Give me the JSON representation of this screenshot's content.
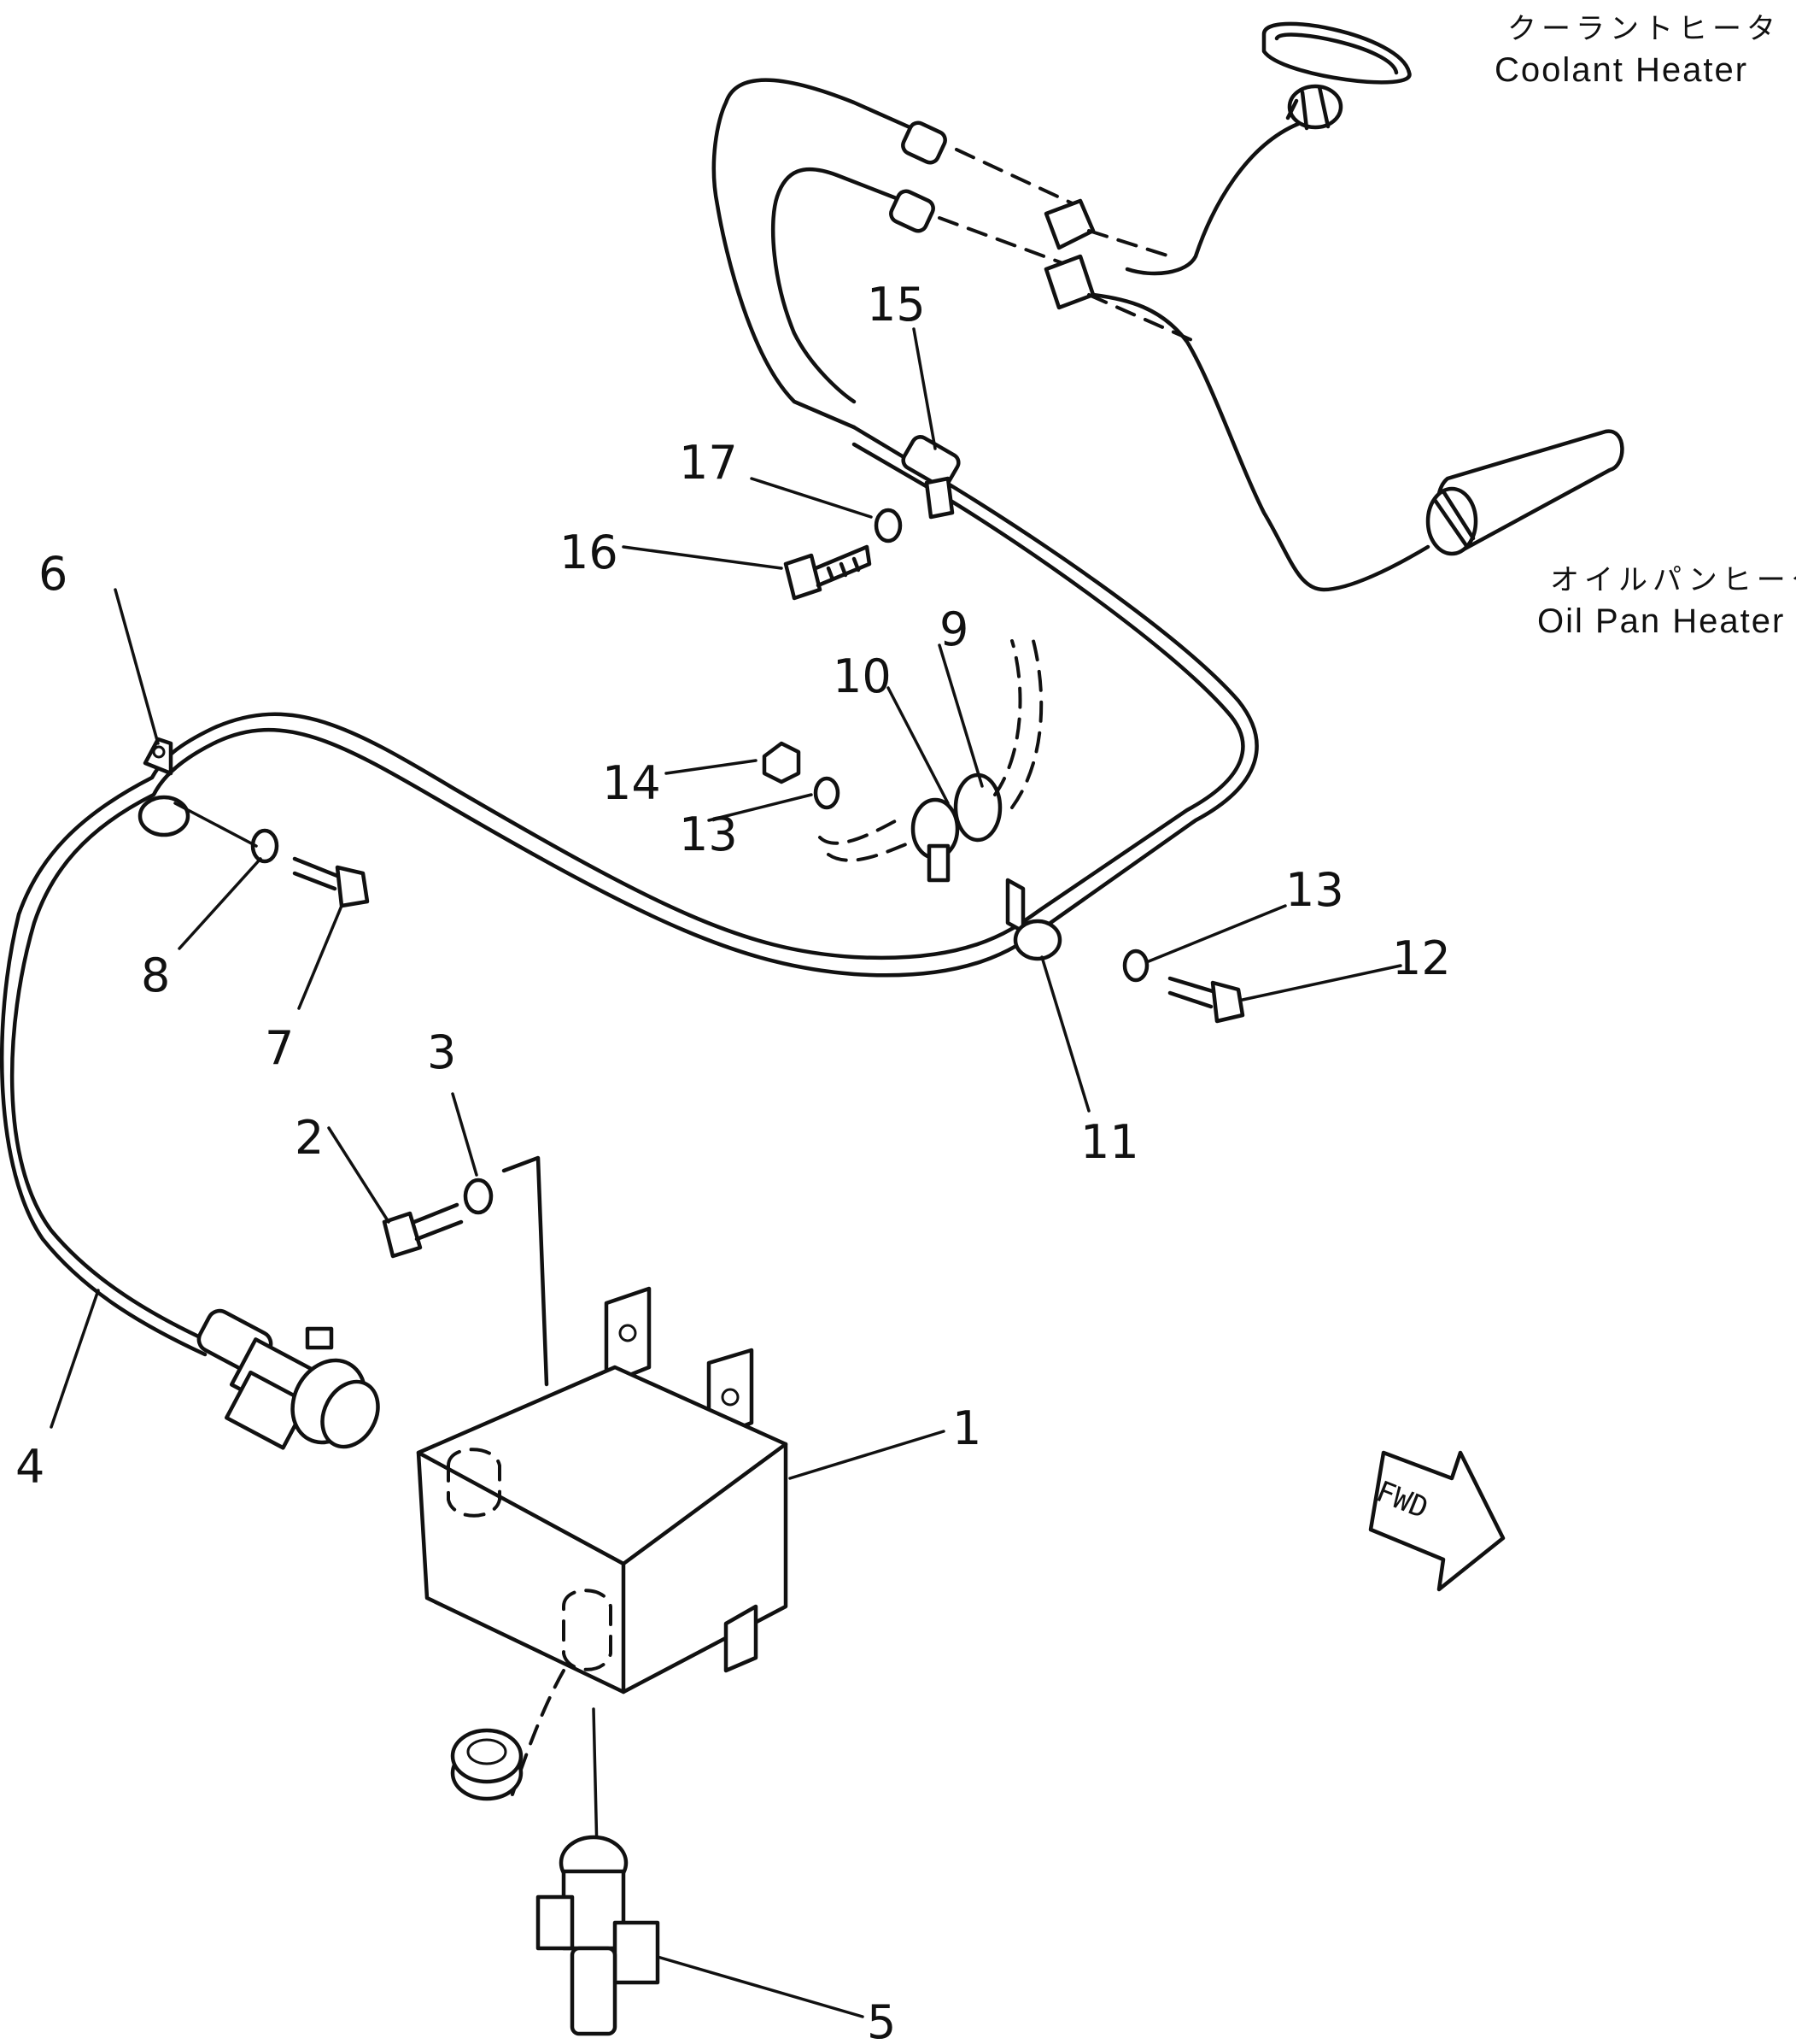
{
  "labels": {
    "coolant_heater_jp": "クーラントヒータ",
    "coolant_heater_en": "Coolant Heater",
    "oil_pan_heater_jp": "オイルパンヒータ",
    "oil_pan_heater_en": "Oil Pan Heater",
    "fwd": "FWD"
  },
  "callouts": {
    "n1": "1",
    "n2": "2",
    "n3": "3",
    "n4": "4",
    "n5": "5",
    "n6": "6",
    "n7": "7",
    "n8": "8",
    "n9": "9",
    "n10": "10",
    "n11": "11",
    "n12": "12",
    "n13a": "13",
    "n13b": "13",
    "n14": "14",
    "n15": "15",
    "n16": "16",
    "n17": "17"
  }
}
